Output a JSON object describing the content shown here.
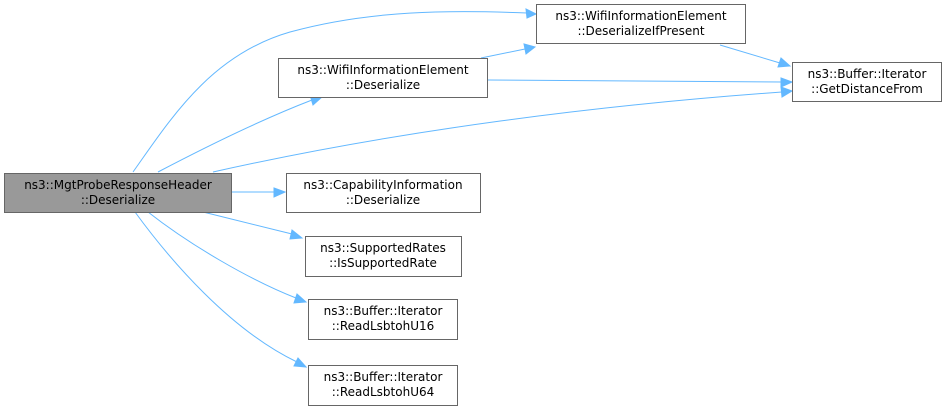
{
  "nodes": {
    "root": {
      "line1": "ns3::MgtProbeResponseHeader",
      "line2": "::Deserialize"
    },
    "wie_deserialize_if_present": {
      "line1": "ns3::WifiInformationElement",
      "line2": "::DeserializeIfPresent"
    },
    "wie_deserialize": {
      "line1": "ns3::WifiInformationElement",
      "line2": "::Deserialize"
    },
    "buffer_get_distance_from": {
      "line1": "ns3::Buffer::Iterator",
      "line2": "::GetDistanceFrom"
    },
    "capability_deserialize": {
      "line1": "ns3::CapabilityInformation",
      "line2": "::Deserialize"
    },
    "supported_rates_is_supported_rate": {
      "line1": "ns3::SupportedRates",
      "line2": "::IsSupportedRate"
    },
    "buffer_read_lsbtoh_u16": {
      "line1": "ns3::Buffer::Iterator",
      "line2": "::ReadLsbtohU16"
    },
    "buffer_read_lsbtoh_u64": {
      "line1": "ns3::Buffer::Iterator",
      "line2": "::ReadLsbtohU64"
    }
  },
  "colors": {
    "edge": "#63b8ff",
    "root_fill": "#999999",
    "node_fill": "#ffffff",
    "node_border": "#666666"
  }
}
